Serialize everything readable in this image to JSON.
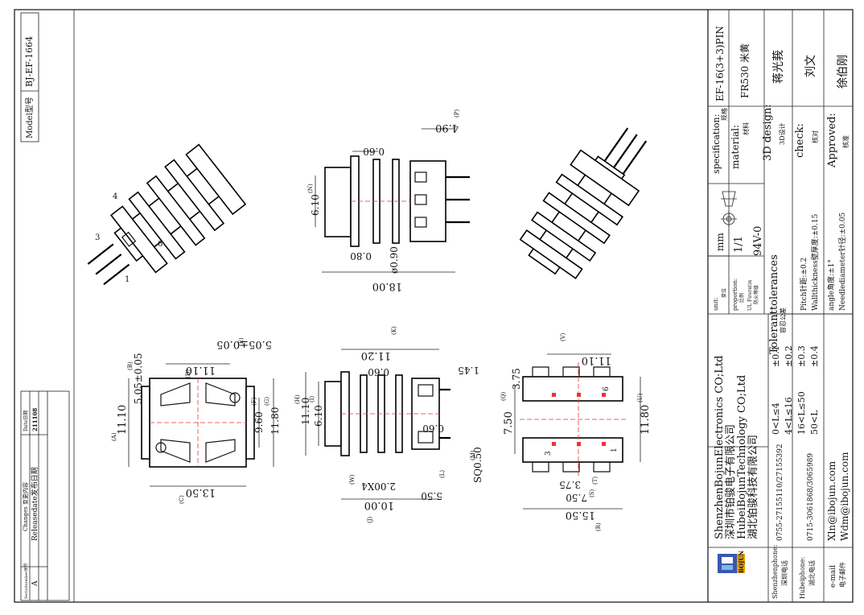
{
  "model": {
    "label": "Model型号",
    "value": "BJ-EF-1664"
  },
  "changes": {
    "serial_header": "Serialnumber序号",
    "content_header": "Changes 变更内容",
    "date_header": "Date日期",
    "rows": [
      {
        "serial": "A",
        "content": "Releasedate发布日期",
        "date": "211108"
      }
    ]
  },
  "title_block": {
    "specification": {
      "label": "specification:",
      "label_cn": "规格",
      "value": "EF-16(3+3)PIN"
    },
    "material": {
      "label": "material:",
      "label_cn": "材料",
      "value": "FR530 米黄"
    },
    "design": {
      "label": "3D design:",
      "label_cn": "3D设计",
      "value": "蒋光莪"
    },
    "check": {
      "label": "check:",
      "label_cn": "核对",
      "value": "刘文"
    },
    "approved": {
      "label": "Approved:",
      "label_cn": "核准",
      "value": "徐伯刚"
    },
    "unit": {
      "label": "unit:",
      "label_cn": "单位",
      "value": "mm"
    },
    "proportion": {
      "label": "proportion:",
      "label_cn": "比例",
      "value": "1/1"
    },
    "fire": {
      "label": "UL Fireratin",
      "label_cn": "防火等级",
      "value": "94V-0"
    }
  },
  "tolerances": {
    "title": "Toleranttolerances",
    "title_cn": "容忍公差",
    "rows": [
      {
        "range": "0<L≤4",
        "tol": "±0.1"
      },
      {
        "range": "4<L≤16",
        "tol": "±0.2"
      },
      {
        "range": "16<L≤50",
        "tol": "±0.3"
      },
      {
        "range": "50<L",
        "tol": "±0.4"
      }
    ],
    "notes": [
      "Pitch针距:±0.2",
      "Wallthickness壁厚度:±0.15",
      "angle角度:±1°",
      "Needlediameter针径:±0.05"
    ]
  },
  "company": {
    "names": [
      "ShenzhenBojunElectronics CO;Ltd",
      "深圳市铂骏电子有限公司",
      "HubeiBojunTechnology CO;Ltd",
      "湖北铂骏科技有限公司"
    ],
    "logo_text": "BOJUN",
    "contacts": [
      {
        "label": "Shenzhenphone:",
        "label_cn": "深圳电话",
        "value": "0755-27155110/27155392"
      },
      {
        "label": "Hubeiphone:",
        "label_cn": "湖北电话",
        "value": "0715-3061868/3065989"
      },
      {
        "label": "e-mail",
        "label_cn": "电子邮件",
        "value": "Xln@ibojun.com",
        "value2": "Wdm@ibojun.com"
      }
    ]
  },
  "dims": {
    "A": "11.10",
    "B": "5.05±0.05",
    "C": "13.50",
    "D": "11.10",
    "E": "5.05±0.05",
    "F": "9.60",
    "G": "11.80",
    "H": "11.10",
    "I": "6.10",
    "J": "10.00",
    "K": "11.20",
    "L": "5.50",
    "M": "SQ0.50",
    "N": "6.10",
    "P": "4.90",
    "Q": "7.50",
    "R": "15.50",
    "S": "7.50",
    "T": "3.75",
    "U": "11.80",
    "V": "11.10",
    "W": "2.00X4",
    "misc_060": "0.60",
    "misc_080": "0.80",
    "misc_phi": "ø0.90",
    "misc_1800": "18.00",
    "misc_145": "1.45",
    "misc_375": "3.75",
    "letters": [
      "(A)",
      "(B)",
      "(C)",
      "(D)",
      "(E)",
      "(F)",
      "(G)",
      "(H)",
      "(I)",
      "(J)",
      "(K)",
      "(L)",
      "(M)",
      "(N)",
      "(P)",
      "(Q)",
      "(R)",
      "(S)",
      "(T)",
      "(U)",
      "(V)",
      "(W)"
    ]
  },
  "pin_labels": [
    "1",
    "3",
    "4",
    "6"
  ]
}
